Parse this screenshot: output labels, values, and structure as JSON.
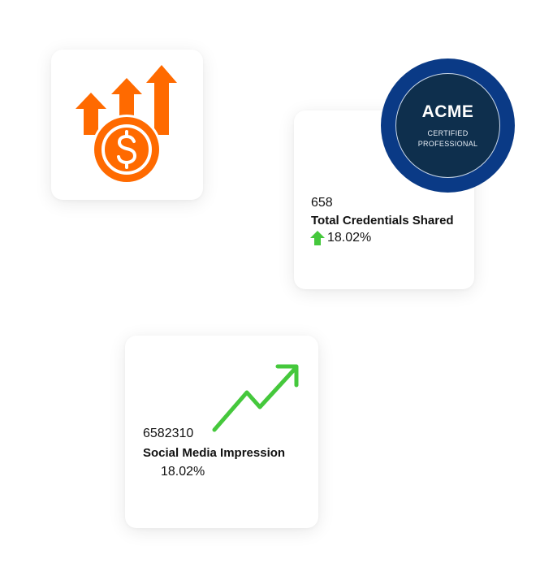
{
  "badge": {
    "title": "ACME",
    "line1": "CERTIFIED",
    "line2": "PROFESSIONAL"
  },
  "credentials_card": {
    "value": "658",
    "title": "Total Credentials Shared",
    "change": "18.02%"
  },
  "social_card": {
    "value": "6582310",
    "title": "Social Media Impression",
    "change": "18.02%"
  },
  "icons": {
    "revenue": "dollar-growth-icon",
    "credentials_change": "arrow-up-icon",
    "social_trend": "trend-up-icon"
  },
  "colors": {
    "orange": "#ff6a00",
    "green": "#45c83c",
    "badge_outer": "#0a3a86",
    "badge_inner": "#0e2f4d"
  }
}
